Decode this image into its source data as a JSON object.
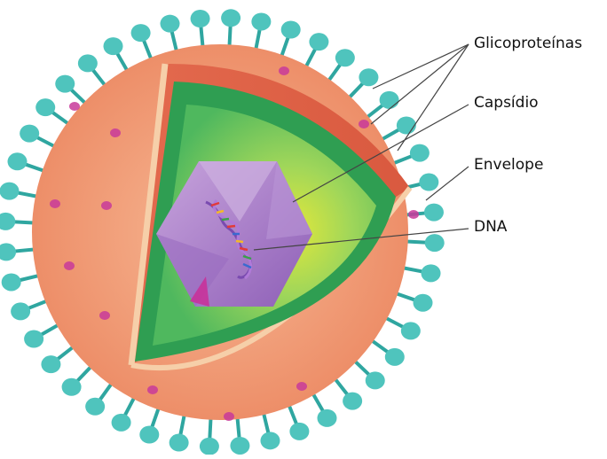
{
  "labels": {
    "glycoproteins": "Glicoproteínas",
    "capsid": "Capsídio",
    "envelope": "Envelope",
    "dna": "DNA"
  },
  "colors": {
    "envelope_outer": "#ee9a6e",
    "envelope_inner": "#e0684e",
    "membrane_edge": "#f4c9a4",
    "capsid_dark": "#2e9e55",
    "capsid_light": "#7ecf6a",
    "core_center": "#dfe83a",
    "hexagon": "#b48ad0",
    "spike": "#4fc4bd",
    "spike_dark": "#2fa6a0",
    "patch": "#c83a9a",
    "leader_line": "#333333"
  }
}
